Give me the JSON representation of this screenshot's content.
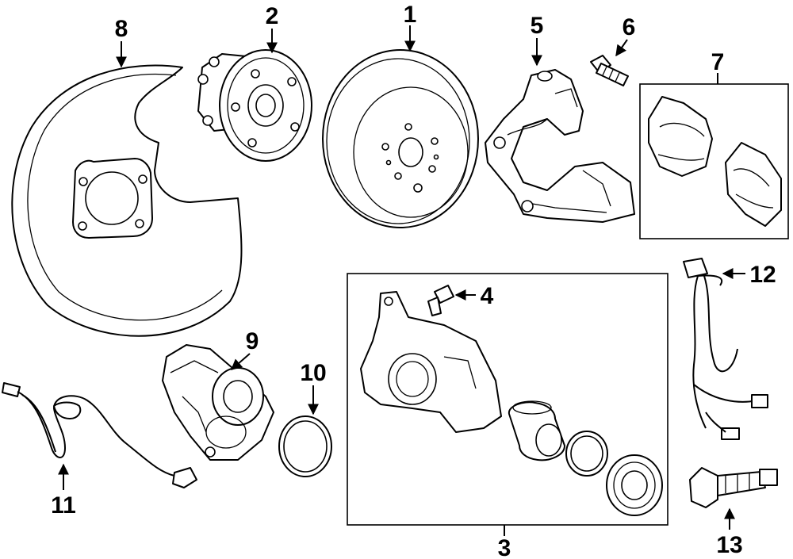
{
  "diagram": {
    "callouts": {
      "c1": "1",
      "c2": "2",
      "c3": "3",
      "c4": "4",
      "c5": "5",
      "c6": "6",
      "c7": "7",
      "c8": "8",
      "c9": "9",
      "c10": "10",
      "c11": "11",
      "c12": "12",
      "c13": "13"
    },
    "colors": {
      "line": "#000000",
      "background": "#ffffff"
    }
  }
}
